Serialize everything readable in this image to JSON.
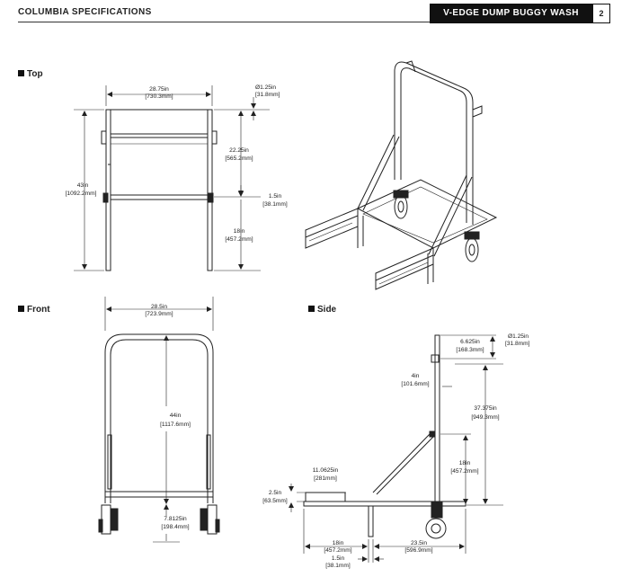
{
  "header": {
    "brand": "COLUMBIA SPECIFICATIONS",
    "title": "V-EDGE DUMP BUGGY WASH RACK",
    "page": "2"
  },
  "sections": {
    "top": "Top",
    "front": "Front",
    "side": "Side"
  },
  "top_view": {
    "width": "28.75in",
    "width_mm": "[730.3mm]",
    "tube": "Ø1.25in",
    "tube_mm": "[31.8mm]",
    "upper": "22.25in",
    "upper_mm": "[565.2mm]",
    "rail": "1.5in",
    "rail_mm": "[38.1mm]",
    "height": "43in",
    "height_mm": "[1092.2mm]",
    "lower": "18in",
    "lower_mm": "[457.2mm]"
  },
  "front_view": {
    "width": "28.5in",
    "width_mm": "[723.9mm]",
    "height": "44in",
    "height_mm": "[1117.6mm]",
    "bottom": "7.8125in",
    "bottom_mm": "[198.4mm]"
  },
  "side_view": {
    "tube": "Ø1.25in",
    "tube_mm": "[31.8mm]",
    "top_off": "6.625in",
    "top_off_mm": "[168.3mm]",
    "gap": "4in",
    "gap_mm": "[101.6mm]",
    "height": "37.375in",
    "height_mm": "[949.3mm]",
    "brace": "18in",
    "brace_mm": "[457.2mm]",
    "pad": "11.0625in",
    "pad_mm": "[281mm]",
    "pad_h": "2.5in",
    "pad_h_mm": "[63.5mm]",
    "front": "18in",
    "front_mm": "[457.2mm]",
    "back": "23.5in",
    "back_mm": "[596.9mm]",
    "rail": "1.5in",
    "rail_mm": "[38.1mm]"
  }
}
